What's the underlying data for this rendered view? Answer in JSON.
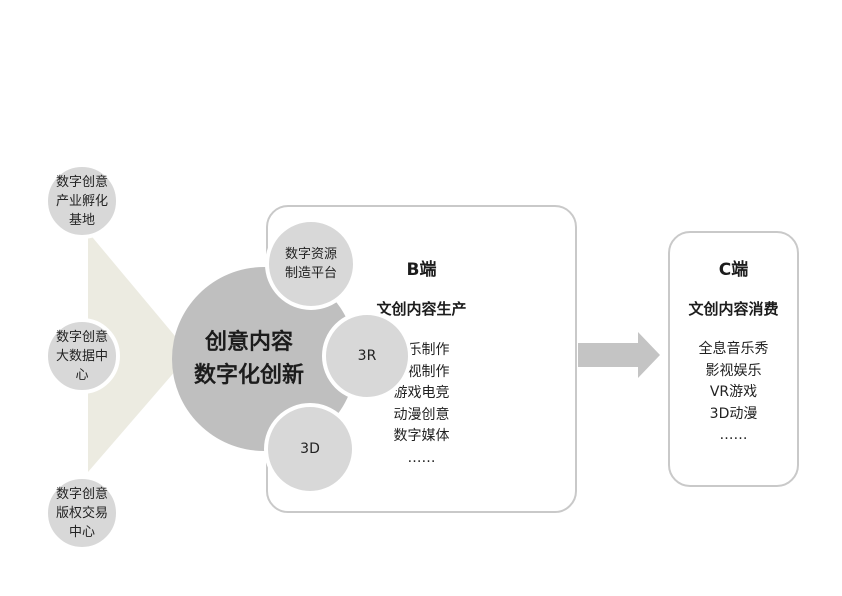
{
  "left_circles": [
    {
      "label": "数字创意\n产业孵化\n基地"
    },
    {
      "label": "数字创意\n大数据中心"
    },
    {
      "label": "数字创意\n版权交易\n中心"
    }
  ],
  "hub": {
    "label": "创意内容\n数字化创新"
  },
  "satellites": [
    {
      "label": "数字资源\n制造平台"
    },
    {
      "label": "3R"
    },
    {
      "label": "3D"
    }
  ],
  "b_card": {
    "title": "B端",
    "subtitle": "文创内容生产",
    "items": [
      "音乐制作",
      "影视制作",
      "游戏电竞",
      "动漫创意",
      "数字媒体",
      "……"
    ]
  },
  "c_card": {
    "title": "C端",
    "subtitle": "文创内容消费",
    "items": [
      "全息音乐秀",
      "影视娱乐",
      "VR游戏",
      "3D动漫",
      "……"
    ]
  },
  "colors": {
    "funnel": "#ecebe1",
    "arrow": "#c4c4c4",
    "hub": "#bfbfbf",
    "circle": "#d8d8d8",
    "card_border": "#c9c9c9"
  }
}
